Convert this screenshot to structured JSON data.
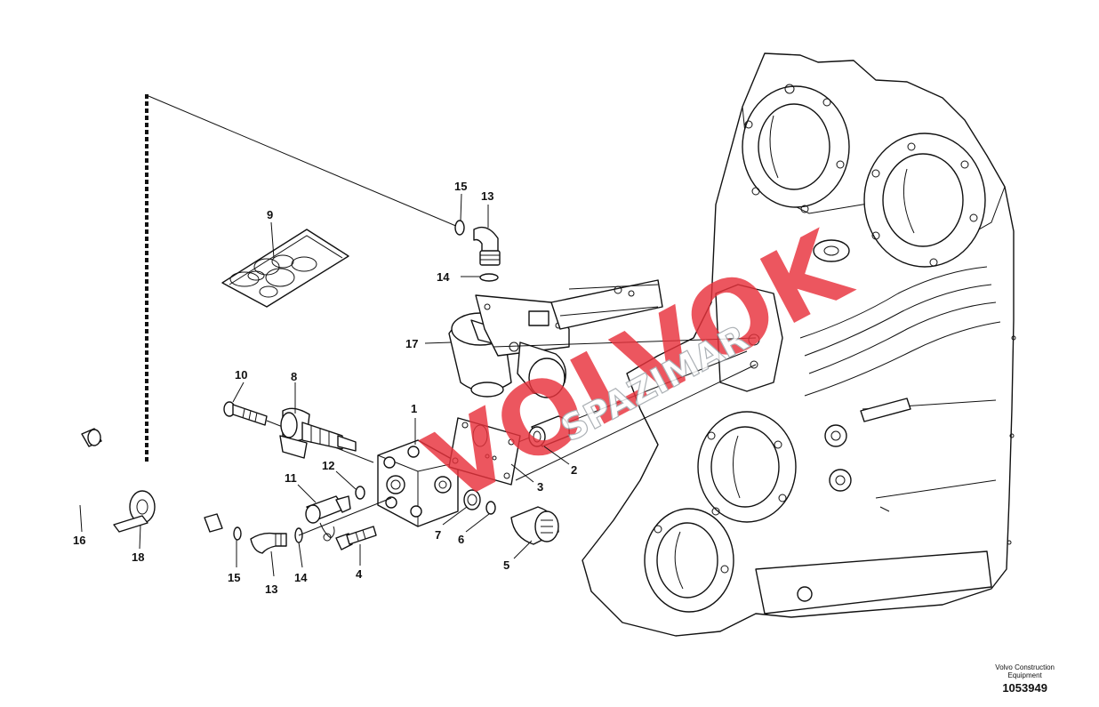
{
  "callouts": [
    {
      "label": "1"
    },
    {
      "label": "2"
    },
    {
      "label": "3"
    },
    {
      "label": "4"
    },
    {
      "label": "5"
    },
    {
      "label": "6"
    },
    {
      "label": "7"
    },
    {
      "label": "8"
    },
    {
      "label": "9"
    },
    {
      "label": "10"
    },
    {
      "label": "11"
    },
    {
      "label": "12"
    },
    {
      "label": "13"
    },
    {
      "label": "14"
    },
    {
      "label": "15"
    },
    {
      "label": "16"
    },
    {
      "label": "17"
    },
    {
      "label": "18"
    },
    {
      "label": "13"
    },
    {
      "label": "14"
    },
    {
      "label": "15"
    }
  ],
  "watermark": {
    "main": "VOLVOK",
    "sub": "SPAZIMAR",
    "color": "#e8323c"
  },
  "footer": {
    "brand_line1": "Volvo Construction",
    "brand_line2": "Equipment",
    "ref_number": "1053949"
  }
}
